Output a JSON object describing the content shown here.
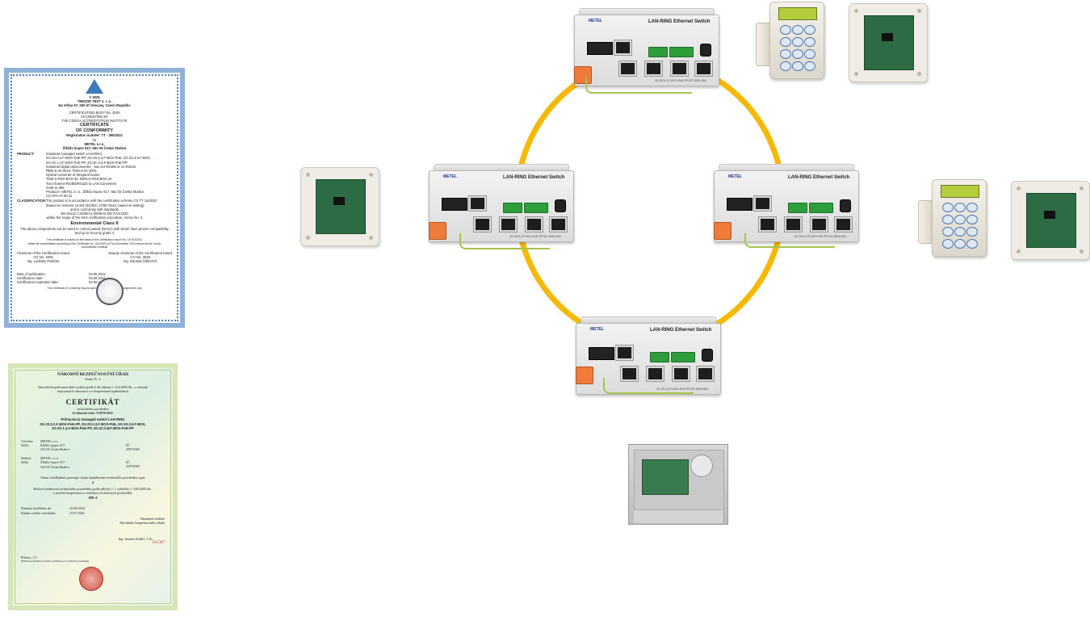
{
  "switches": [
    {
      "title": "LAN-RING Ethernet Switch",
      "logo": "METEL",
      "model": "2G-2S.0-2.F-BOX-PoE-PP  IEC 8004-500"
    },
    {
      "title": "LAN-RING Ethernet Switch",
      "logo": "METEL",
      "model": "2G-2S.0-2.F-BOX-PoE-PP  IEC 8004-500"
    },
    {
      "title": "LAN-RING Ethernet Switch",
      "logo": "METEL",
      "model": "2G-2S.0-2.F-BOX-PoE-PP  IEC 8004-500"
    },
    {
      "title": "LAN-RING Ethernet Switch",
      "logo": "METEL",
      "model": "2G-2S.0-2.F-BOX-PoE-PP  IEC 8004-500"
    }
  ],
  "colors": {
    "ring": "#f6b800",
    "switch_body": "#e6e6e6",
    "terminal_green": "#2e9e3c",
    "terminal_orange": "#ee7b3a",
    "lcd": "#b5cc3c"
  },
  "icons": [
    "ring-topology",
    "switch-device",
    "keypad-device",
    "module-box",
    "alarm-cabinet",
    "certificate-document"
  ],
  "certificate_1": {
    "body_number": "V 3025",
    "issuer": "TREZOR TEST s. r. o.",
    "issuer_address": "Na Vršku 97, 250 67 Klecany, Czech Republic",
    "body_line": "CERTIFICATION BODY No. 3025",
    "accredited": "ACCREDITED BY",
    "institute": "THE CZECH ACCREDITATION INSTITUTE",
    "title": "CERTIFICATE",
    "subtitle": "OF CONFORMITY",
    "registration": "Registration number: TT - 290/2021",
    "for": "for",
    "company": "METEL s.r.o.",
    "company_address": "Žižkův kopec 617, 552 03 Česká Skalice",
    "product_label": "PRODUCT:",
    "product_lines": [
      "Industrial managed switch LAN-RING",
      "2G-2S.0.2.F-BOX-PoE-PP, 2G-2S.0.3.F-BOX-PoE, 2G-2S.3.0.F-BOX,",
      "2G-2S.1.4.F-BOX-PoE-PP, 2G-2C.0.8.F-BOX-PoE-PP",
      "Industrial digital optoconverter - bus 2U RS485 or 1x RS422",
      "RDN-S-4C-BOX, TDM-S-4C-BOX",
      "Optical converter of Wiegand buses",
      "TDM-S-PDS-BOX-32, RDN-S-PDS-BOX-32",
      "Two-channel RS485/RS422 to LAN Converters",
      "mmb-rs-485",
      "Producer: METEL s.r.o., Žižkův kopec 617, 552 03 Česká Skalice",
      "CZ-CPA 27.90.11"
    ],
    "classification_label": "CLASSIFICATION:",
    "classification_lines": [
      "The product is in accordance with the certification scheme CS TT 1a/2020",
      "(based on scheme 1a EN ISO/IEC 17067:2013, based on testing)",
      "and in conformity with standards",
      "EN 50131-1:2006/A1:2009/A2:2017/A3:2020",
      "within the scope of the NSA certification procedure, Annex No. 3"
    ],
    "env_class": "Environmental Class II",
    "compat_lines": [
      "The above components can be used in control panels (IS/AC) with whom have proven compatibility",
      "and up to security grade 4"
    ],
    "validity_lines": [
      "The certificate is issued on the basis of the Certification report No. CE 6/3/2021",
      "within the accreditation according to the Certificate No. 151/2020 of 21st December 2020 issued by the Czech",
      "Accreditation Institute"
    ],
    "chairman_label": "Chairman of the Certification board",
    "chairman_co": "CO No. 3025",
    "chairman_name": "Ing. Ladislav Poláček",
    "deputy_label": "Deputy chairman of the Certification board",
    "deputy_co": "CO No. 3025",
    "deputy_name": "Ing. Daniela ČIŽKOVÁ",
    "dates": [
      {
        "label": "Date of publication:",
        "value": "03.06.2021"
      },
      {
        "label": "Certification date:",
        "value": "03.06.2021"
      },
      {
        "label": "Certification expiration date:",
        "value": "03.06.2024"
      }
    ],
    "footer": "This Certificate of Conformity may be used and reproduced in unchanged form only"
  },
  "certificate_2": {
    "authority": "NÁRODNÍ BEZPEČNOSTNÍ ÚŘAD",
    "authority_address": "Praha, Pr. 4",
    "intro_lines": [
      "Národní bezpečnostní úřad vydává podle § 46 zákona č. 412/2005 Sb., o ochraně",
      "utajovaných informací a o bezpečnostní způsobilosti"
    ],
    "title": "CERTIFIKÁT",
    "subtitle": "technického prostředku",
    "registration": "Evidenční číslo:  T1878/2021",
    "product_title": "Průmyslový managed switch LAN-RING",
    "product_lines": [
      "2G-2S.0.2.F-BOX-PoE-PP, 2G-2S.0.3.F-BOX-PoE, 2G-2S.3.0.F-BOX,",
      "2G-2S.1.4.F-BOX-PoE-PP, 2G-2C.0.8.F-BOX-PoE-PP"
    ],
    "manufacturer": [
      {
        "label": "Výrobce:",
        "value": "METEL s.r.o."
      },
      {
        "label": "Sídlo:",
        "value": "Žižkův kopec 617"
      },
      {
        "label": "",
        "value": "552 03 Česká Skalice"
      }
    ],
    "ic_label": "IČ:",
    "ic_value": "25974360",
    "holder": [
      {
        "label": "Držitel:",
        "value": "METEL s.r.o."
      },
      {
        "label": "Sídlo:",
        "value": "Žižkův kopec 617"
      },
      {
        "label": "",
        "value": "552 03 Česká Skalice"
      }
    ],
    "ic_value_2": "25974360",
    "validity_line": "Tímto certifikátem potvrzuje shodu uplatňování technického prostředku typu:",
    "type": "4",
    "class_lines": [
      "Bodové hodnocení technického prostředku podle přílohy č. 1 vyhlášky č. 528/2005 Sb.,",
      "o fyzické bezpečnosti a certifikaci technických prostředků:"
    ],
    "points": "898+4",
    "expires_label": "Platnost certifikátu do:",
    "expires_value": "22.08.2024",
    "issued_label": "Datum vydání certifikátu:",
    "issued_value": "15.07.2021",
    "signer_title_1": "Náměstek ředitele",
    "signer_title_2": "Národního bezpečnostního úřadu",
    "signer_name": "Ing. Jaromír Kadlec, CSc.",
    "annex": "Přílohy:  1/1",
    "serial": "015387",
    "footer": "(Přílohu je nedílnou součástí certifikátu pro technický prostředek)"
  }
}
